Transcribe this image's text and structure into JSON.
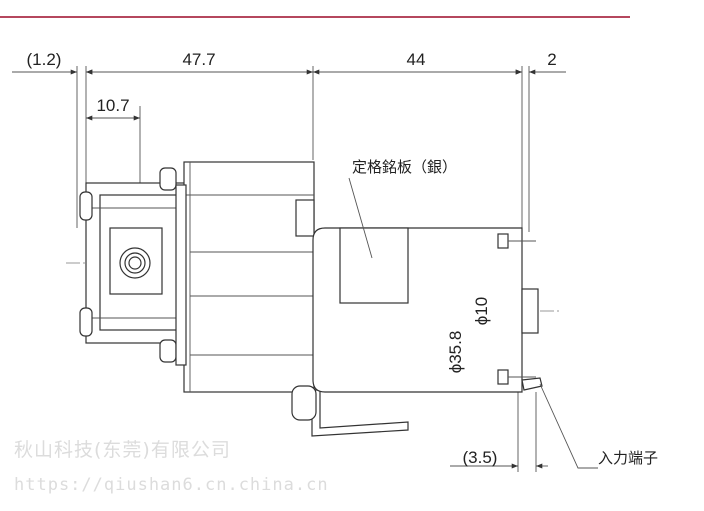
{
  "dimensions": {
    "d_1_2": "(1.2)",
    "d_47_7": "47.7",
    "d_44": "44",
    "d_2": "2",
    "d_10_7": "10.7",
    "d_3_5": "(3.5)",
    "dia_10": "ϕ10",
    "dia_35_8": "ϕ35.8"
  },
  "labels": {
    "nameplate": "定格銘板（銀）",
    "input_terminal": "入力端子"
  },
  "watermark": {
    "company": "秋山科技(东莞)有限公司",
    "url": "https://qiushan6.cn.china.cn"
  },
  "colors": {
    "header_rule": "#b5475e",
    "line": "#333333",
    "watermark": "#dcdcdc"
  }
}
